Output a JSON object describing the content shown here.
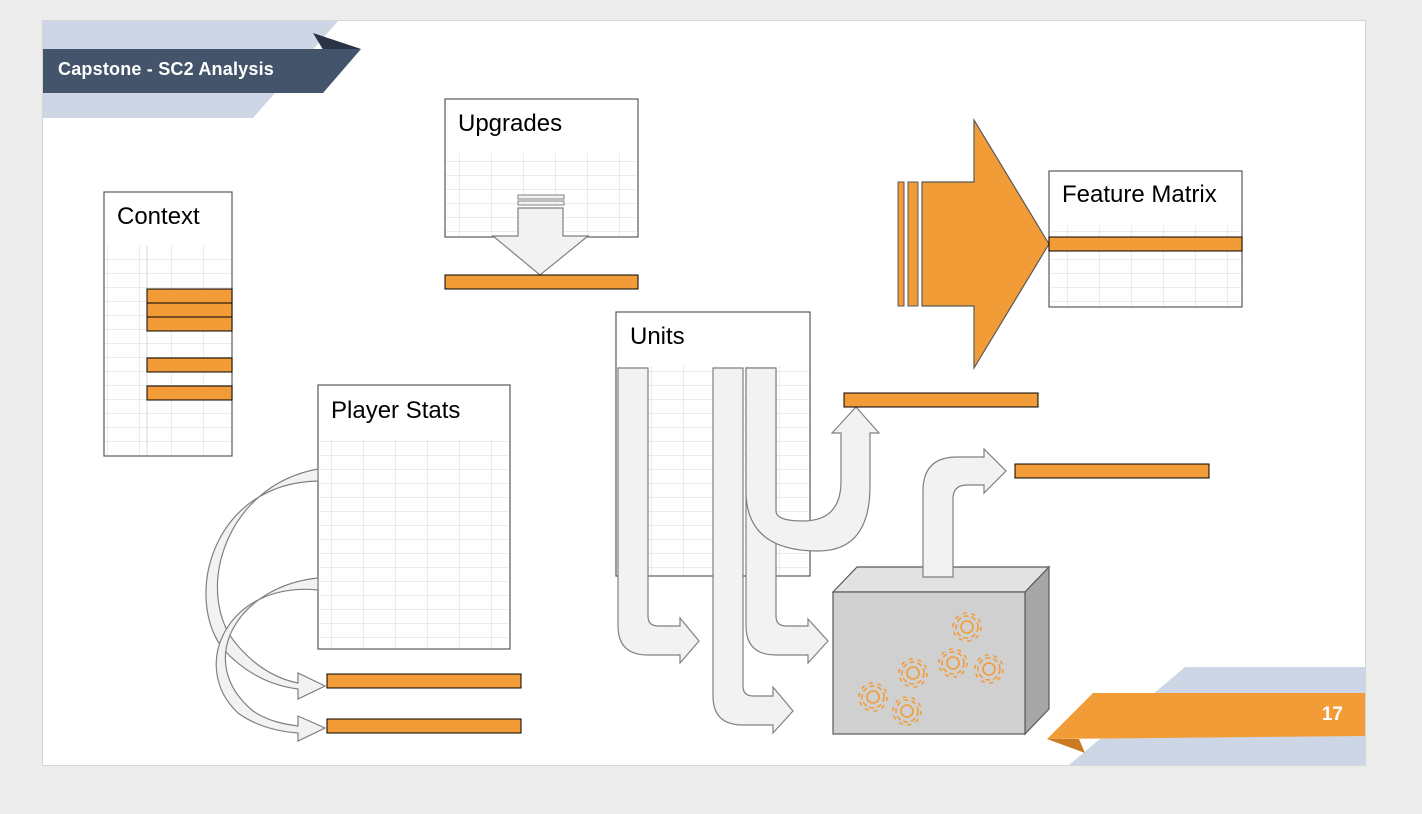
{
  "header": {
    "title": "Capstone - SC2 Analysis"
  },
  "footer": {
    "page_number": "17"
  },
  "tables": {
    "context": "Context",
    "upgrades": "Upgrades",
    "player_stats": "Player Stats",
    "units": "Units",
    "feature_matrix": "Feature Matrix"
  },
  "colors": {
    "accent_orange": "#f29c38",
    "header_navy": "#44546a",
    "light_blue": "#cdd6e5",
    "arrow_fill": "#f2f2f2",
    "arrow_stroke": "#808080",
    "box_fill": "#d0d0d0"
  }
}
